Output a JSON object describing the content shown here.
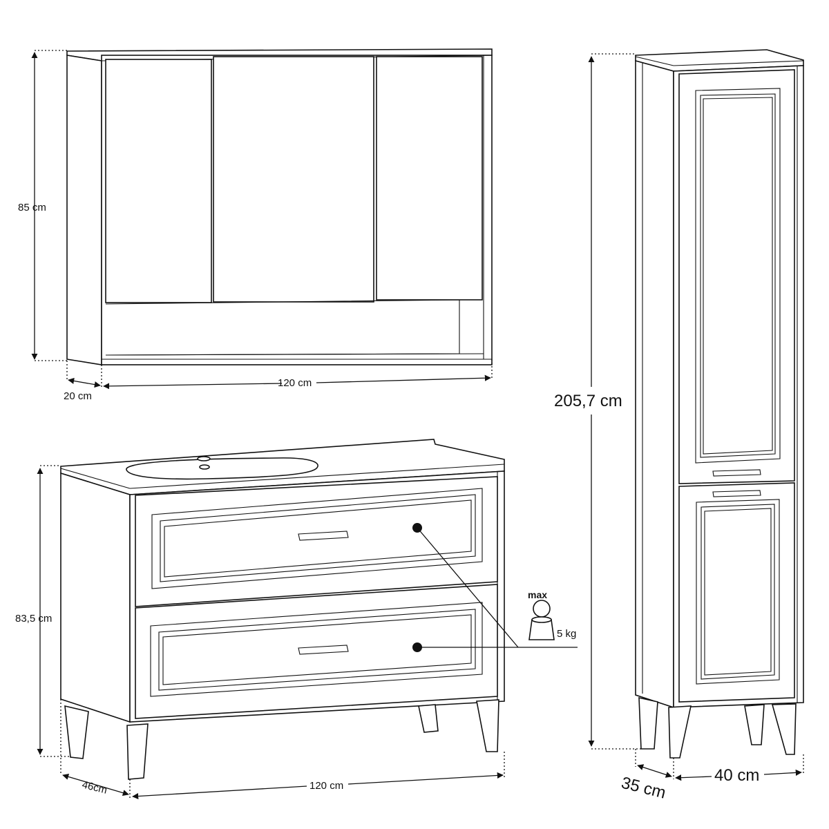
{
  "mirror_cabinet": {
    "height_label": "85 cm",
    "width_label": "120 cm",
    "depth_label": "20 cm"
  },
  "vanity": {
    "height_label": "83,5 cm",
    "width_label": "120 cm",
    "depth_label": "46cm",
    "max_label": "max",
    "load_label": "5 kg"
  },
  "tall_cabinet": {
    "height_label": "205,7 cm",
    "width_label": "40 cm",
    "depth_label": "35 cm"
  }
}
